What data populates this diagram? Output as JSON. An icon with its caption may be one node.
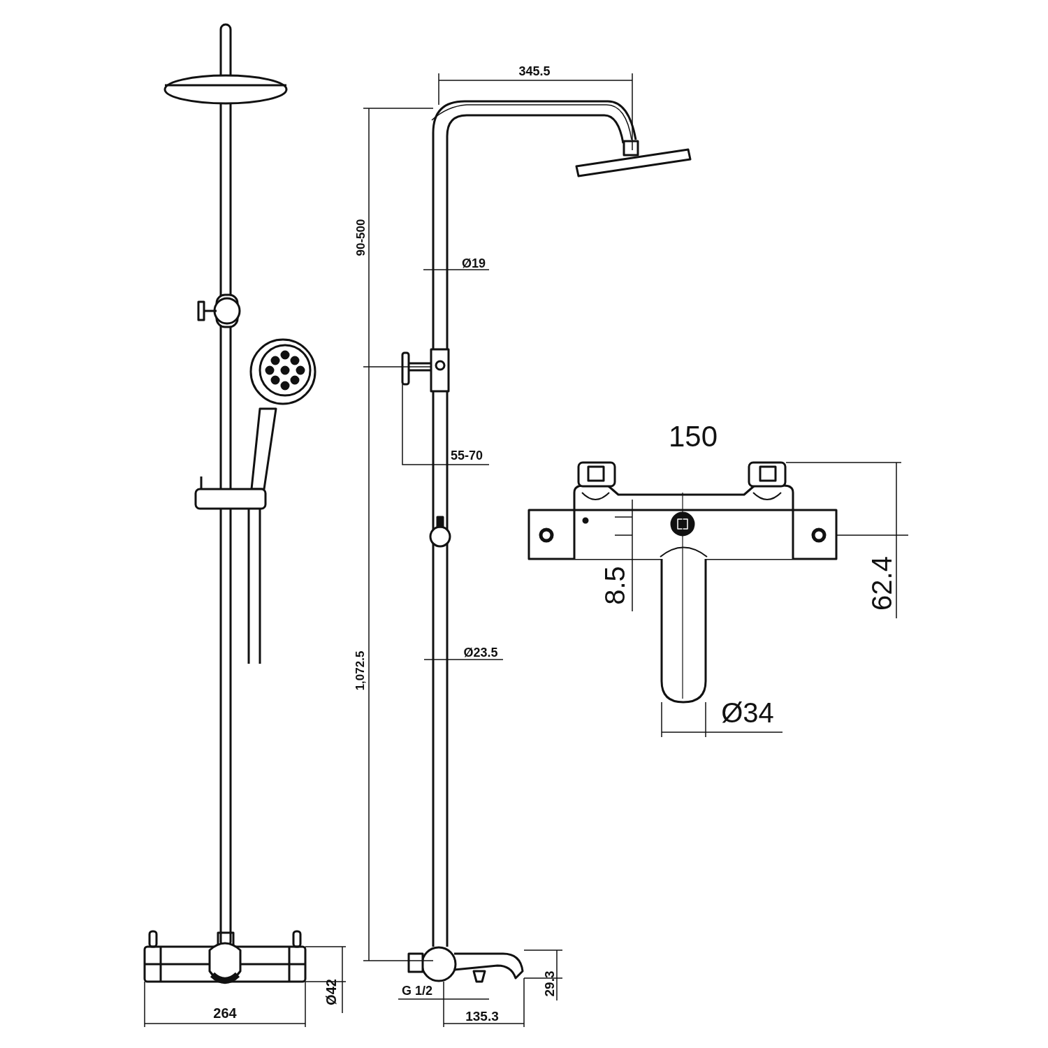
{
  "diagram": {
    "labels": [
      "345.5",
      "90-500",
      "Ø19",
      "55-70",
      "150",
      "8.5",
      "62.4",
      "Ø23.5",
      "1,072.5",
      "Ø34",
      "G 1/2",
      "264",
      "Ø42",
      "135.3",
      "29.3"
    ]
  }
}
